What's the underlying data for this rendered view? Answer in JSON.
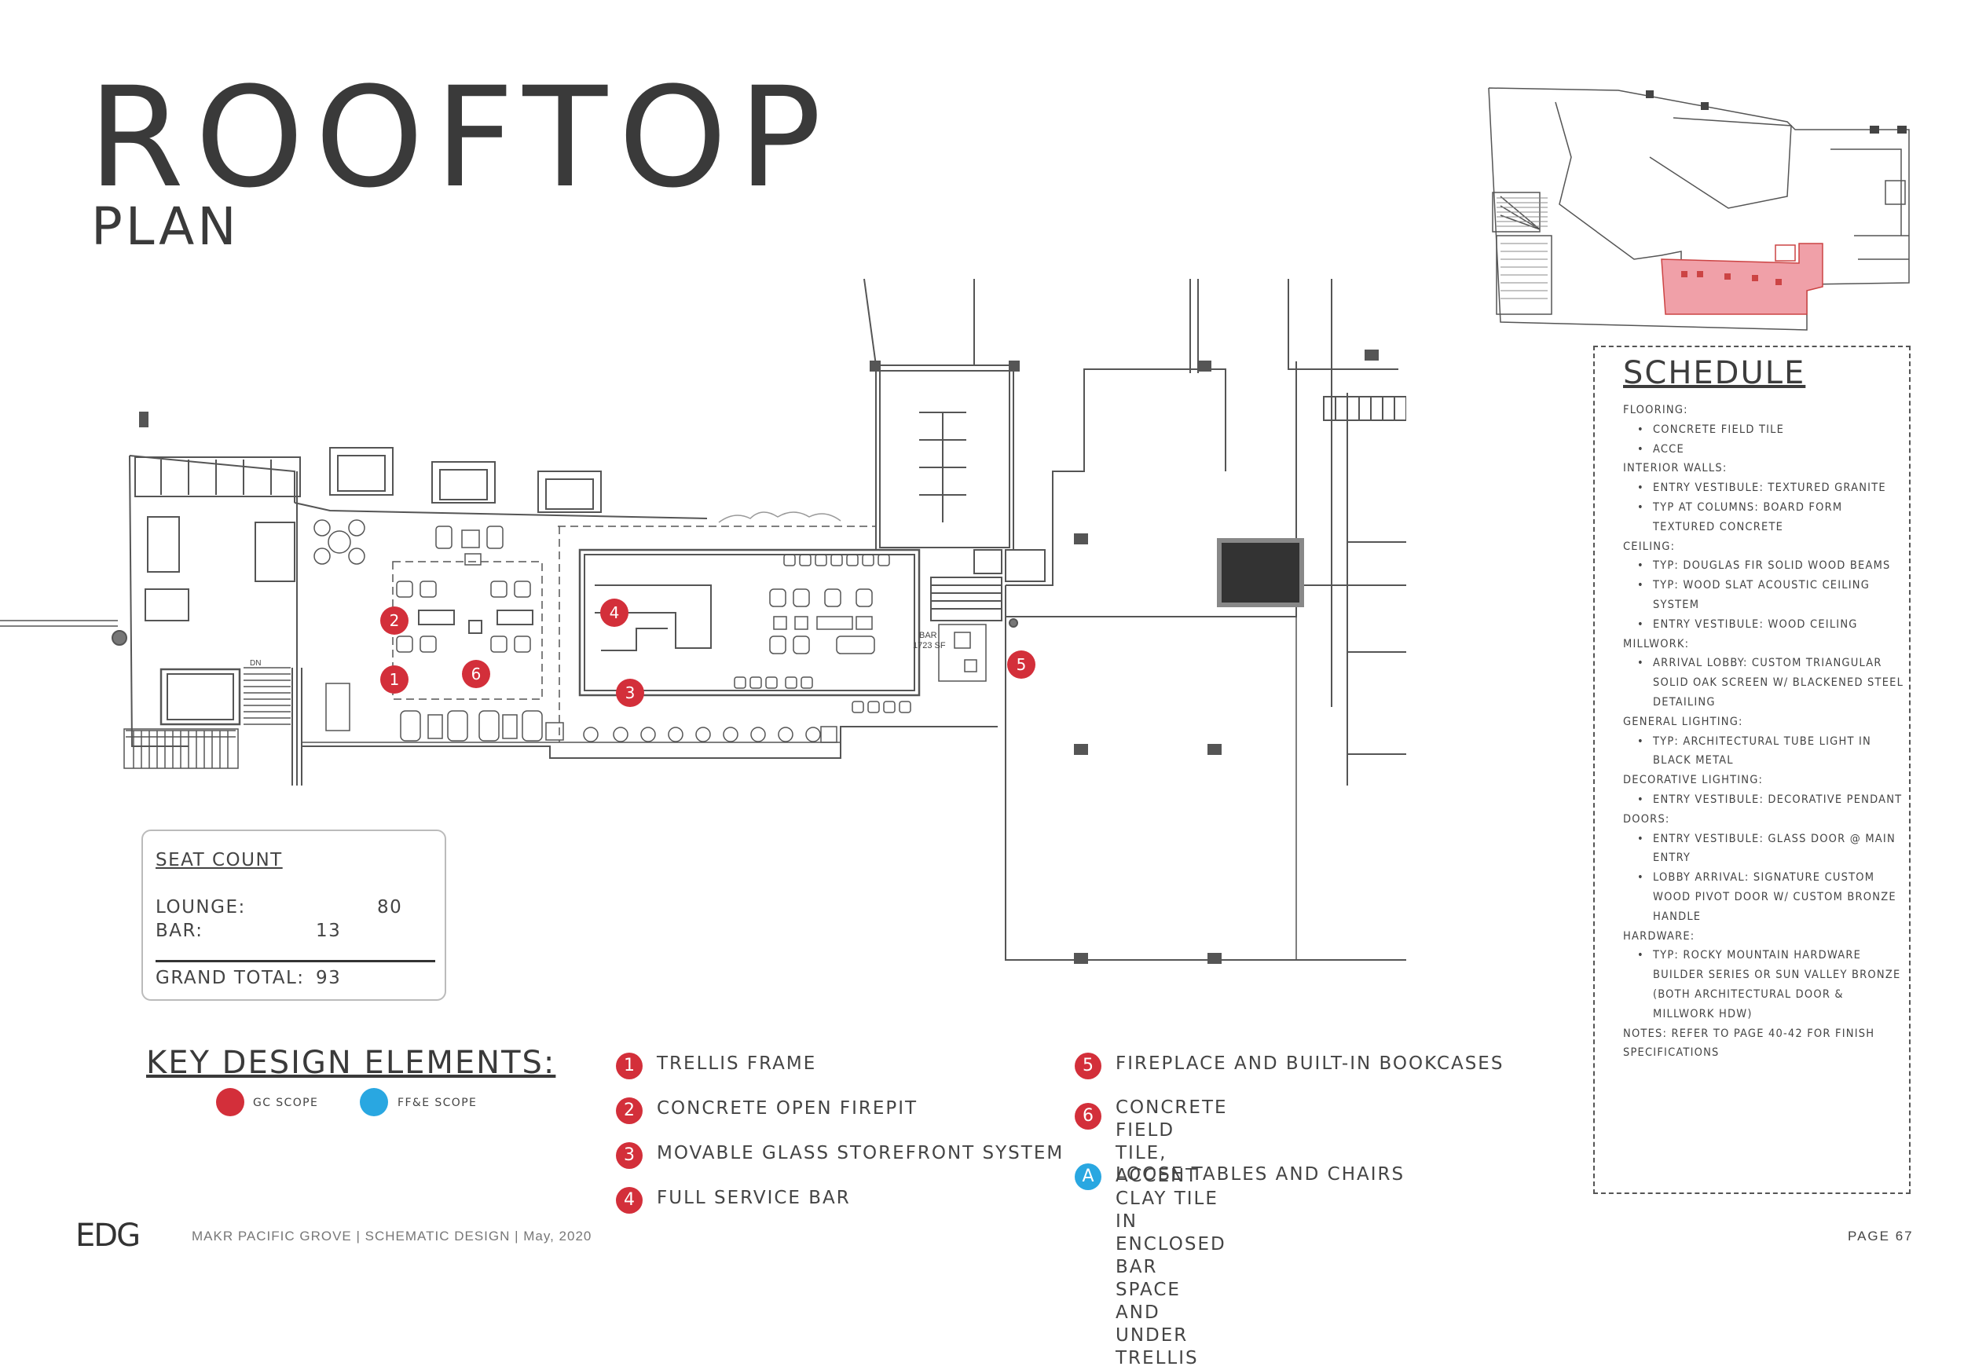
{
  "title": {
    "main": "ROOFTOP",
    "sub": "PLAN"
  },
  "plan": {
    "bar_label": "BAR",
    "bar_area": "1723 SF",
    "stair_label": "DN",
    "markers": [
      "1",
      "2",
      "3",
      "4",
      "5",
      "6"
    ]
  },
  "schedule": {
    "title": "SCHEDULE",
    "lines": [
      {
        "kind": "h",
        "text": "FLOORING:"
      },
      {
        "kind": "i",
        "text": "CONCRETE FIELD TILE"
      },
      {
        "kind": "i",
        "text": "ACCE"
      },
      {
        "kind": "h",
        "text": "INTERIOR WALLS:"
      },
      {
        "kind": "i",
        "text": "ENTRY VESTIBULE: TEXTURED GRANITE"
      },
      {
        "kind": "i",
        "text": "TYP AT COLUMNS: BOARD FORM TEXTURED CONCRETE"
      },
      {
        "kind": "h",
        "text": "CEILING:"
      },
      {
        "kind": "i",
        "text": "TYP: DOUGLAS FIR SOLID WOOD BEAMS"
      },
      {
        "kind": "i",
        "text": "TYP: WOOD SLAT ACOUSTIC CEILING SYSTEM"
      },
      {
        "kind": "i",
        "text": "ENTRY VESTIBULE: WOOD CEILING"
      },
      {
        "kind": "h",
        "text": "MILLWORK:"
      },
      {
        "kind": "i",
        "text": "ARRIVAL LOBBY: CUSTOM TRIANGULAR SOLID OAK SCREEN W/ BLACKENED STEEL DETAILING"
      },
      {
        "kind": "h",
        "text": "GENERAL LIGHTING:"
      },
      {
        "kind": "i",
        "text": "TYP: ARCHITECTURAL TUBE LIGHT IN BLACK METAL"
      },
      {
        "kind": "h",
        "text": "DECORATIVE LIGHTING:"
      },
      {
        "kind": "i",
        "text": "ENTRY VESTIBULE: DECORATIVE PENDANT"
      },
      {
        "kind": "h",
        "text": "DOORS:"
      },
      {
        "kind": "i",
        "text": "ENTRY VESTIBULE: GLASS DOOR @ MAIN ENTRY"
      },
      {
        "kind": "i",
        "text": "LOBBY ARRIVAL: SIGNATURE CUSTOM WOOD PIVOT DOOR W/ CUSTOM BRONZE HANDLE"
      },
      {
        "kind": "h",
        "text": "HARDWARE:"
      },
      {
        "kind": "i",
        "text": "TYP: ROCKY MOUNTAIN HARDWARE BUILDER SERIES OR SUN VALLEY BRONZE (BOTH ARCHITECTURAL DOOR & MILLWORK HDW)"
      },
      {
        "kind": "h",
        "text": "NOTES: REFER TO PAGE 40-42 FOR FINISH SPECIFICATIONS"
      }
    ]
  },
  "seat_count": {
    "title": "SEAT COUNT",
    "lounge_label": "LOUNGE:",
    "lounge_value": "80",
    "bar_label": "BAR:",
    "bar_value": "13",
    "total_label": "GRAND TOTAL:",
    "total_value": "93"
  },
  "key_design": {
    "title": "KEY DESIGN ELEMENTS:",
    "legend": [
      {
        "label": "GC SCOPE",
        "color": "#d32f3a"
      },
      {
        "label": "FF&E SCOPE",
        "color": "#29a7e1"
      }
    ],
    "items": [
      {
        "marker": "1",
        "label": "TRELLIS FRAME"
      },
      {
        "marker": "2",
        "label": "CONCRETE OPEN FIREPIT"
      },
      {
        "marker": "3",
        "label": "MOVABLE GLASS STOREFRONT SYSTEM"
      },
      {
        "marker": "4",
        "label": "FULL SERVICE BAR"
      },
      {
        "marker": "5",
        "label": "FIREPLACE AND BUILT-IN BOOKCASES"
      },
      {
        "marker": "6",
        "label": "CONCRETE FIELD TILE, ACCENT CLAY TILE IN\nENCLOSED BAR SPACE AND UNDER TRELLIS"
      },
      {
        "marker": "A",
        "label": "LOOSE TABLES AND CHAIRS"
      }
    ]
  },
  "footer": {
    "logo": "EDG",
    "text": "MAKR PACIFIC GROVE |   SCHEMATIC DESIGN |  May, 2020",
    "page": "PAGE 67"
  },
  "colors": {
    "gc": "#d32f3a",
    "ffe": "#29a7e1",
    "highlight": "#f0a0a8"
  }
}
